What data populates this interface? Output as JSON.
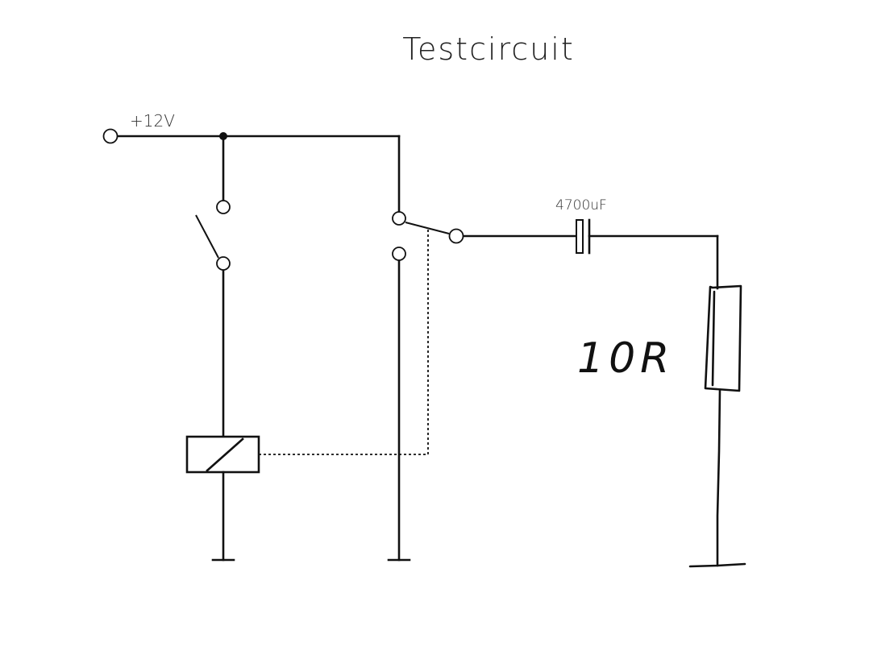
{
  "title": "Testcircuit",
  "labels": {
    "supply": "+12V",
    "capacitor": "4700uF",
    "resistor": "10R"
  }
}
